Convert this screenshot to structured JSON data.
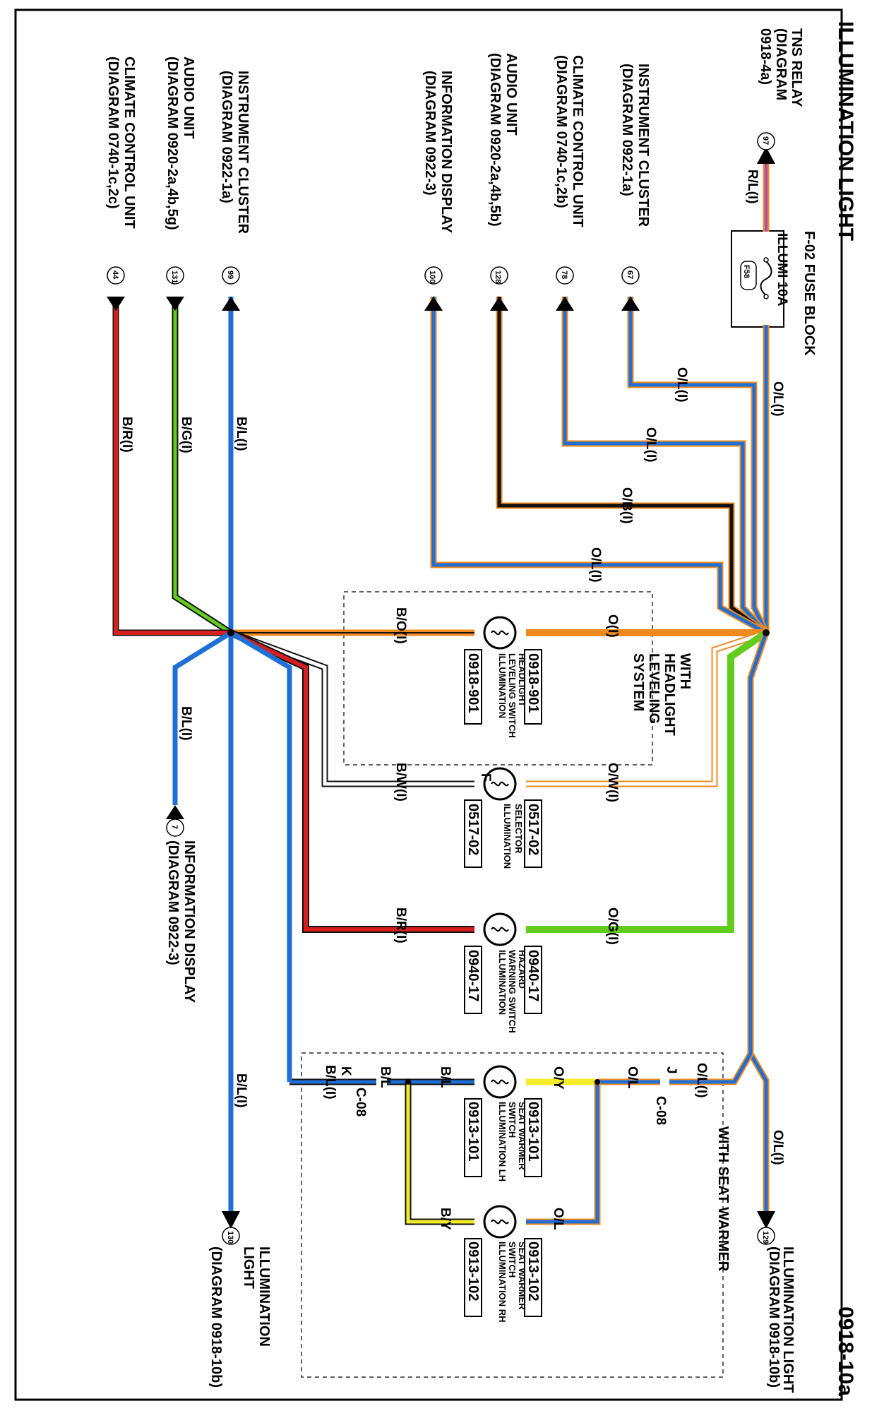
{
  "title": "ILLUMINATION LIGHT",
  "diagram_number": "0918-10a",
  "tns_relay": {
    "name": "TNS RELAY",
    "ref1": "(DIAGRAM",
    "ref2": "0918-4a)",
    "pin": "97",
    "wire": "R/L(I)"
  },
  "fuse": {
    "block": "F-02 FUSE BLOCK",
    "name": "ILLUMI 10A",
    "id": "F58"
  },
  "main_wire": "O/L(I)",
  "loads_top": [
    {
      "name": "INSTRUMENT CLUSTER",
      "ref": "(DIAGRAM 0922-1a)",
      "pin": "67",
      "wire": "O/L(I)"
    },
    {
      "name": "CLIMATE CONTROL UNIT",
      "ref": "(DIAGRAM 0740-1c,2b)",
      "pin": "78",
      "wire": "O/L(I)"
    },
    {
      "name": "AUDIO UNIT",
      "ref": "(DIAGRAM 0920-2a,4b,5b)",
      "pin": "128",
      "wire": "O/B(I)"
    },
    {
      "name": "INFORMATION DISPLAY",
      "ref": "(DIAGRAM 0922-3)",
      "pin": "100",
      "wire": "O/L(I)"
    }
  ],
  "grounds_top": [
    {
      "name": "INSTRUMENT CLUSTER",
      "ref": "(DIAGRAM 0922-1a)",
      "pin": "99",
      "wire": "B/L(I)"
    },
    {
      "name": "AUDIO UNIT",
      "ref": "(DIAGRAM 0920-2a,4b,5g)",
      "pin": "131",
      "wire": "B/G(I)"
    },
    {
      "name": "CLIMATE CONTROL UNIT",
      "ref": "(DIAGRAM 0740-1c,2c)",
      "pin": "44",
      "wire": "B/R(I)"
    }
  ],
  "info_display_bottom": {
    "name": "INFORMATION DISPLAY",
    "ref": "(DIAGRAM 0922-3)",
    "pin": "7",
    "wire": "B/L(I)"
  },
  "illum_out": {
    "name": "ILLUMINATION LIGHT",
    "ref": "(DIAGRAM 0918-10b)",
    "pin": "129",
    "wire": "O/L(I)"
  },
  "illum_out2": {
    "line1": "ILLUMINATION",
    "line2": "LIGHT",
    "ref": "(DIAGRAM 0918-10b)",
    "pin": "130",
    "wire": "B/L(I)"
  },
  "headlight_group": "WITH HEADLIGHT LEVELING SYSTEM",
  "headlight_group_lines": [
    "WITH",
    "HEADLIGHT",
    "LEVELING",
    "SYSTEM"
  ],
  "seat_group": "WITH SEAT WARMER",
  "switches": [
    {
      "code": "0918-901",
      "label_lines": [
        "HEADLIGHT",
        "LEVELING SWITCH",
        "ILLUMINATION"
      ],
      "wire_in": "O(I)",
      "wire_out": "B/O(I)"
    },
    {
      "code": "0517-02",
      "label_lines": [
        "SELECTOR",
        "ILLUMINATION"
      ],
      "wire_in": "O/W(I)",
      "wire_out": "B/W(I)",
      "pin_f": "F"
    },
    {
      "code": "0940-17",
      "label_lines": [
        "HAZARD",
        "WARNING SWITCH",
        "ILLUMINATION"
      ],
      "wire_in": "O/G(I)",
      "wire_out": "B/R(I)"
    },
    {
      "code": "0913-101",
      "label_lines": [
        "SEAT WARMER",
        "SWITCH",
        "ILLUMINATION LH"
      ],
      "wire_in": "O/Y",
      "wire_out": "B/L"
    },
    {
      "code": "0913-102",
      "label_lines": [
        "SEAT WARMER",
        "SWITCH",
        "ILLUMINATION RH"
      ],
      "wire_in": "O/L",
      "wire_out": "B/Y"
    }
  ],
  "seat_wires": {
    "in1": "O/L(I)",
    "in2": "O/L",
    "connector": "C-08",
    "out1": "B/L",
    "out2": "B/L(I)",
    "pin_j": "J",
    "pin_k": "K"
  },
  "colors": {
    "blue": "#1f6fd6",
    "orange": "#f08a1e",
    "red": "#d61f1f",
    "green": "#62cc1e",
    "black": "#111111",
    "yellow": "#f4ee2a",
    "white": "#ffffff",
    "purple": "#a24fb8"
  }
}
